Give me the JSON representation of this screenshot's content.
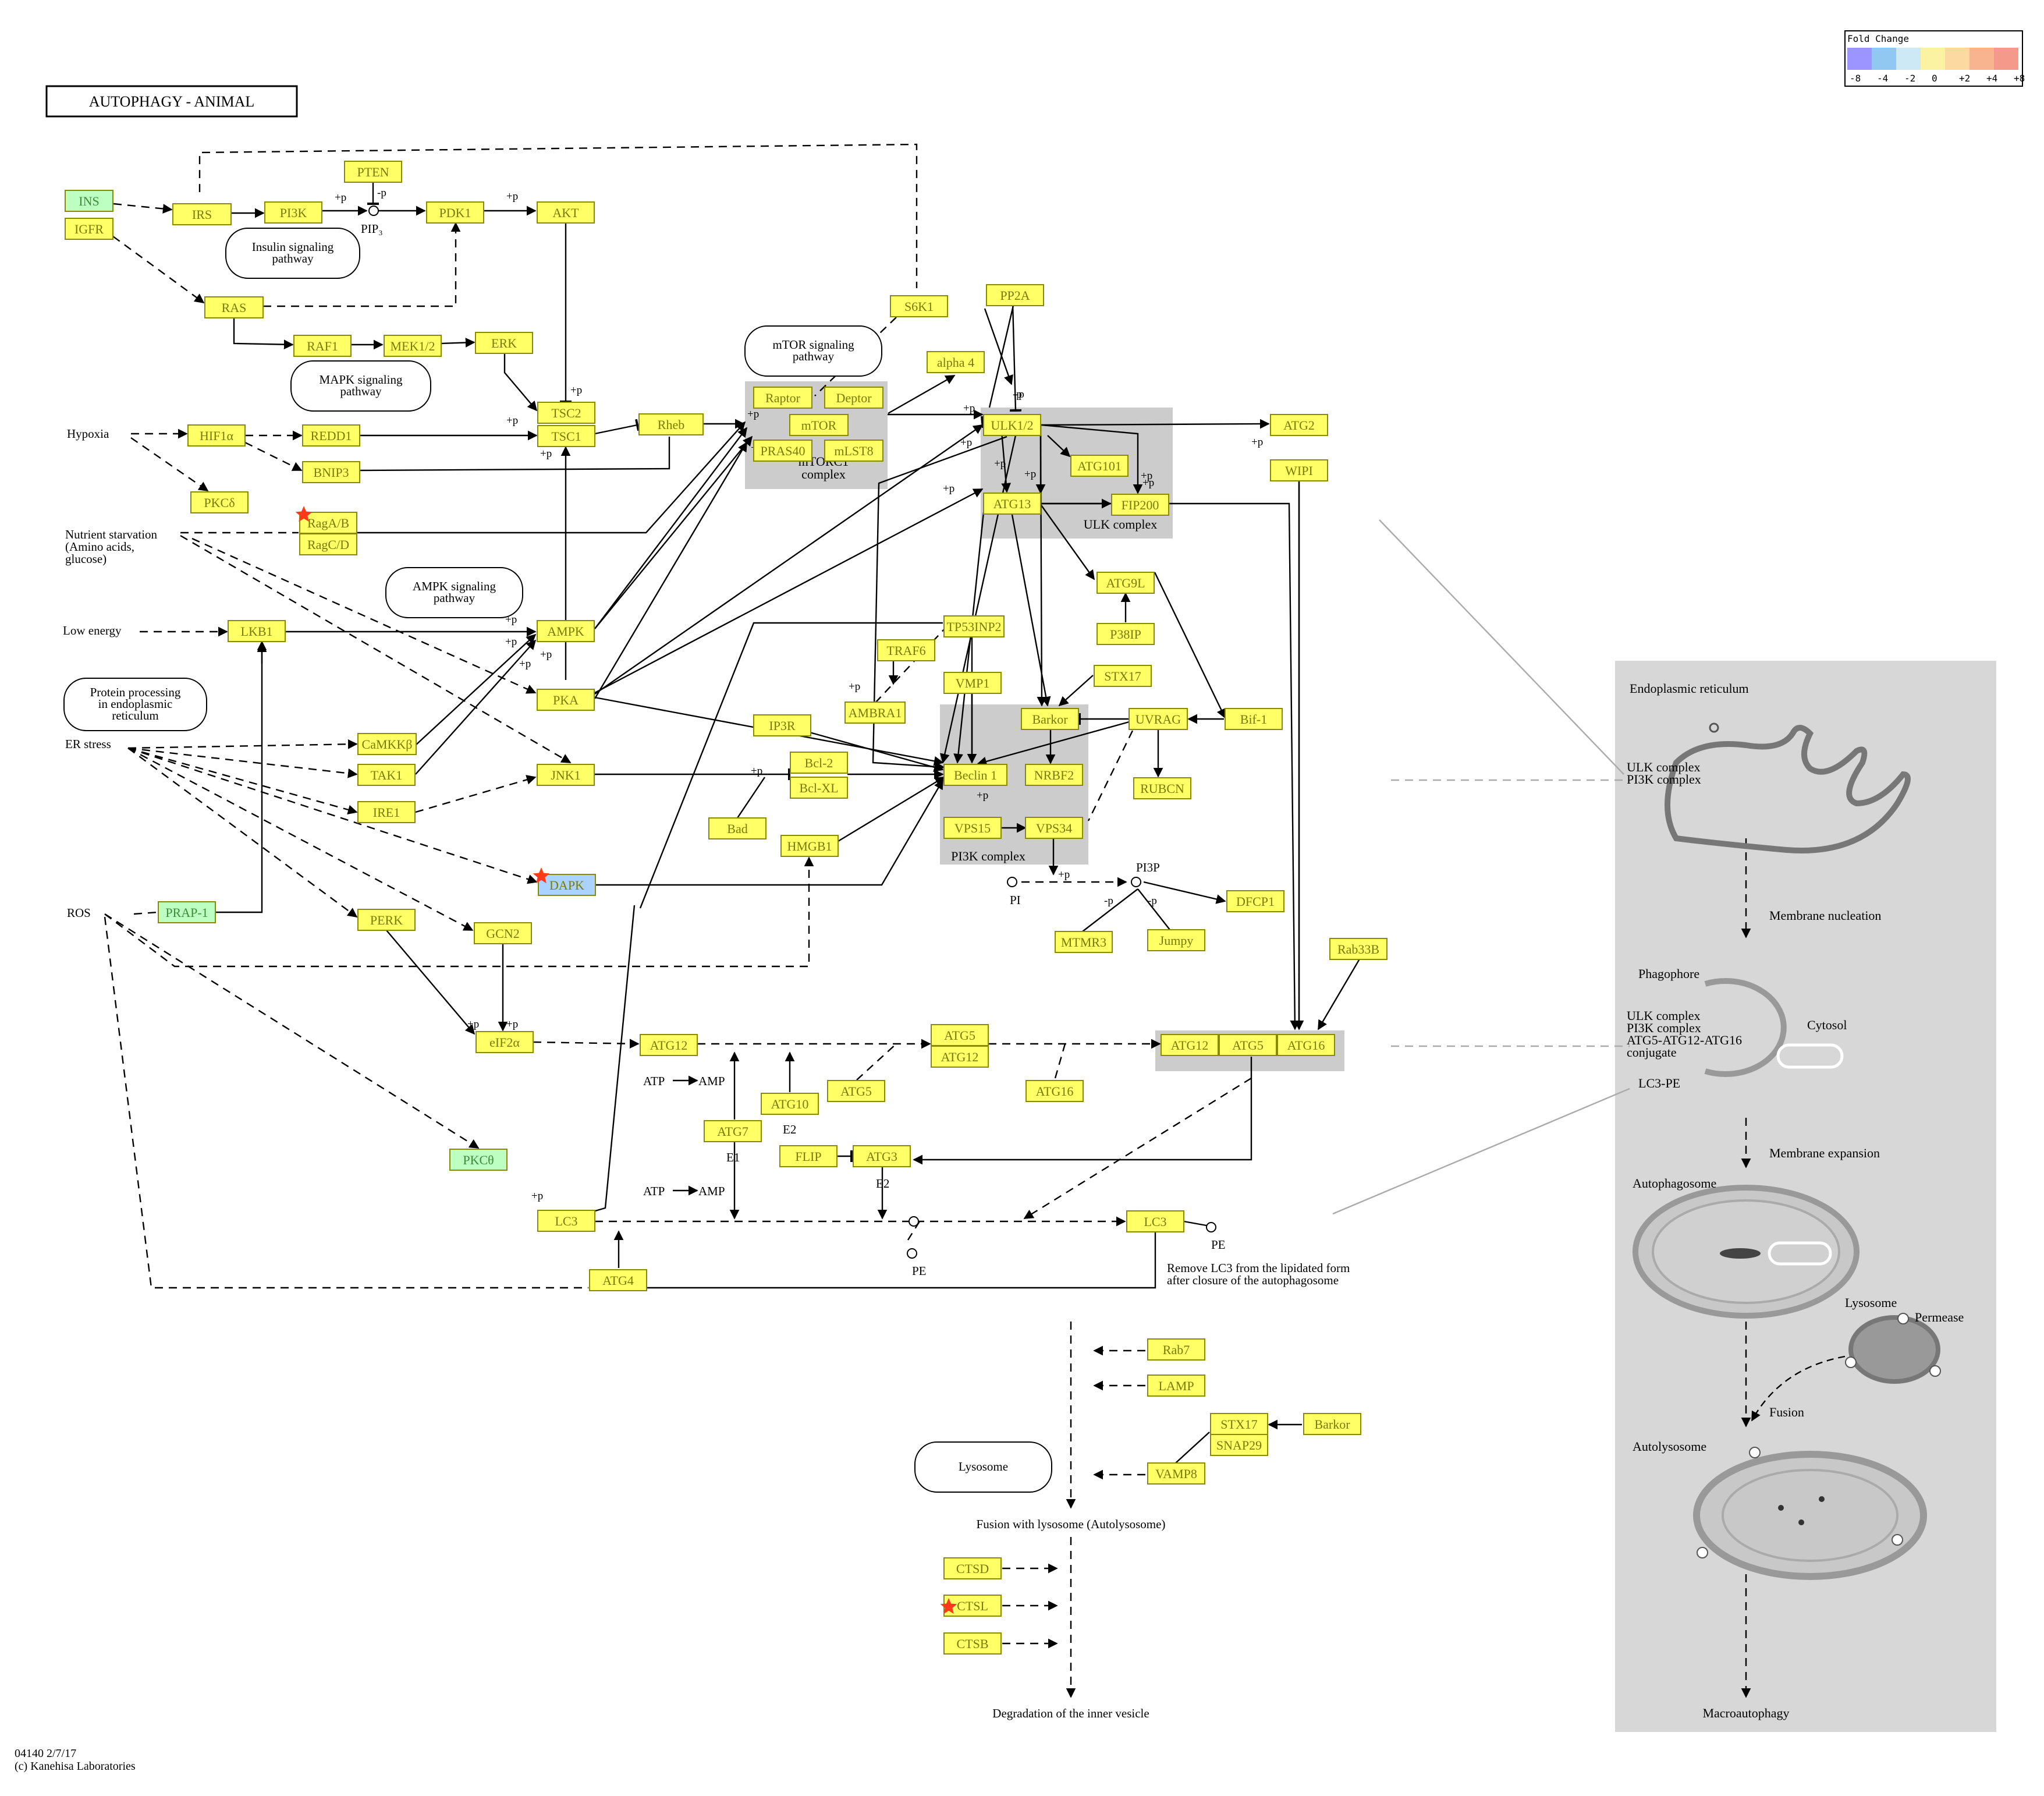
{
  "title": "AUTOPHAGY - ANIMAL",
  "footer": {
    "line1": "04140 2/7/17",
    "line2": "(c) Kanehisa Laboratories"
  },
  "legend": {
    "title": "Fold Change",
    "ticks": [
      "-8",
      "-4",
      "-2",
      "0",
      "+2",
      "+4",
      "+8"
    ],
    "colors": [
      "#9d95ff",
      "#91c8f2",
      "#cde9f5",
      "#fbf3a2",
      "#fbd9a0",
      "#f8b48e",
      "#f39a8a"
    ]
  },
  "colors": {
    "gene_fill": "#ffff66",
    "gene_alt": "#bdffc0",
    "blue_fill": "#aad4ff",
    "complex": "#cccccc",
    "panel": "#d7d7d7"
  },
  "nodes": [
    {
      "id": "ins",
      "label": "INS",
      "color": "green"
    },
    {
      "id": "igfr",
      "label": "IGFR",
      "color": "yellow"
    },
    {
      "id": "irs",
      "label": "IRS",
      "color": "yellow"
    },
    {
      "id": "pi3k",
      "label": "PI3K",
      "color": "yellow"
    },
    {
      "id": "pten",
      "label": "PTEN",
      "color": "yellow"
    },
    {
      "id": "pdk1",
      "label": "PDK1",
      "color": "yellow"
    },
    {
      "id": "akt",
      "label": "AKT",
      "color": "yellow"
    },
    {
      "id": "ras",
      "label": "RAS",
      "color": "yellow"
    },
    {
      "id": "raf1",
      "label": "RAF1",
      "color": "yellow"
    },
    {
      "id": "mek12",
      "label": "MEK1/2",
      "color": "yellow"
    },
    {
      "id": "erk",
      "label": "ERK",
      "color": "yellow"
    },
    {
      "id": "tsc2",
      "label": "TSC2",
      "color": "yellow"
    },
    {
      "id": "tsc1",
      "label": "TSC1",
      "color": "yellow"
    },
    {
      "id": "rheb",
      "label": "Rheb",
      "color": "yellow"
    },
    {
      "id": "hif1a",
      "label": "HIF1α",
      "color": "yellow"
    },
    {
      "id": "redd1",
      "label": "REDD1",
      "color": "yellow"
    },
    {
      "id": "bnip3",
      "label": "BNIP3",
      "color": "yellow"
    },
    {
      "id": "pkcd1",
      "label": "PKCδ",
      "color": "yellow"
    },
    {
      "id": "ragab",
      "label": "RagA/B",
      "color": "yellow"
    },
    {
      "id": "ragcd",
      "label": "RagC/D",
      "color": "yellow"
    },
    {
      "id": "lkb1",
      "label": "LKB1",
      "color": "yellow"
    },
    {
      "id": "ampk",
      "label": "AMPK",
      "color": "yellow"
    },
    {
      "id": "pka",
      "label": "PKA",
      "color": "yellow"
    },
    {
      "id": "camkkb",
      "label": "CaMKKβ",
      "color": "yellow"
    },
    {
      "id": "tak1",
      "label": "TAK1",
      "color": "yellow"
    },
    {
      "id": "ire1",
      "label": "IRE1",
      "color": "yellow"
    },
    {
      "id": "jnk1",
      "label": "JNK1",
      "color": "yellow"
    },
    {
      "id": "dapk",
      "label": "DAPK",
      "color": "blue"
    },
    {
      "id": "prap1",
      "label": "PRAP-1",
      "color": "green"
    },
    {
      "id": "perk",
      "label": "PERK",
      "color": "yellow"
    },
    {
      "id": "gcn2",
      "label": "GCN2",
      "color": "yellow"
    },
    {
      "id": "eif2a",
      "label": "eIF2α",
      "color": "yellow"
    },
    {
      "id": "pkcd2",
      "label": "PKCθ",
      "color": "green"
    },
    {
      "id": "lc3a",
      "label": "LC3",
      "color": "yellow"
    },
    {
      "id": "atg4",
      "label": "ATG4",
      "color": "yellow"
    },
    {
      "id": "raptor",
      "label": "Raptor",
      "color": "yellow"
    },
    {
      "id": "deptor",
      "label": "Deptor",
      "color": "yellow"
    },
    {
      "id": "mtor",
      "label": "mTOR",
      "color": "yellow"
    },
    {
      "id": "pras40",
      "label": "PRAS40",
      "color": "yellow"
    },
    {
      "id": "mlst8",
      "label": "mLST8",
      "color": "yellow"
    },
    {
      "id": "s6k1",
      "label": "S6K1",
      "color": "yellow"
    },
    {
      "id": "alpha4",
      "label": "alpha 4",
      "color": "yellow"
    },
    {
      "id": "pp2a",
      "label": "PP2A",
      "color": "yellow"
    },
    {
      "id": "ulk12",
      "label": "ULK1/2",
      "color": "yellow"
    },
    {
      "id": "atg101",
      "label": "ATG101",
      "color": "yellow"
    },
    {
      "id": "atg13",
      "label": "ATG13",
      "color": "yellow"
    },
    {
      "id": "fip200",
      "label": "FIP200",
      "color": "yellow"
    },
    {
      "id": "atg2",
      "label": "ATG2",
      "color": "yellow"
    },
    {
      "id": "wipi",
      "label": "WIPI",
      "color": "yellow"
    },
    {
      "id": "atg9l",
      "label": "ATG9L",
      "color": "yellow"
    },
    {
      "id": "p38ip",
      "label": "P38IP",
      "color": "yellow"
    },
    {
      "id": "tp53inp2",
      "label": "TP53INP2",
      "color": "yellow"
    },
    {
      "id": "traf6",
      "label": "TRAF6",
      "color": "yellow"
    },
    {
      "id": "vmp1",
      "label": "VMP1",
      "color": "yellow"
    },
    {
      "id": "stx17a",
      "label": "STX17",
      "color": "yellow"
    },
    {
      "id": "ambra1",
      "label": "AMBRA1",
      "color": "yellow"
    },
    {
      "id": "barkor1",
      "label": "Barkor",
      "color": "yellow"
    },
    {
      "id": "uvrag",
      "label": "UVRAG",
      "color": "yellow"
    },
    {
      "id": "bif1",
      "label": "Bif-1",
      "color": "yellow"
    },
    {
      "id": "ip3r",
      "label": "IP3R",
      "color": "yellow"
    },
    {
      "id": "bcl2",
      "label": "Bcl-2",
      "color": "yellow"
    },
    {
      "id": "bclxl",
      "label": "Bcl-XL",
      "color": "yellow"
    },
    {
      "id": "beclin1",
      "label": "Beclin 1",
      "color": "yellow"
    },
    {
      "id": "nrbf2",
      "label": "NRBF2",
      "color": "yellow"
    },
    {
      "id": "rubcn",
      "label": "RUBCN",
      "color": "yellow"
    },
    {
      "id": "bad",
      "label": "Bad",
      "color": "yellow"
    },
    {
      "id": "hmgb1",
      "label": "HMGB1",
      "color": "yellow"
    },
    {
      "id": "vps15",
      "label": "VPS15",
      "color": "yellow"
    },
    {
      "id": "vps34",
      "label": "VPS34",
      "color": "yellow"
    },
    {
      "id": "dfcp1",
      "label": "DFCP1",
      "color": "yellow"
    },
    {
      "id": "mtmr3",
      "label": "MTMR3",
      "color": "yellow"
    },
    {
      "id": "jumpy",
      "label": "Jumpy",
      "color": "yellow"
    },
    {
      "id": "rab33b",
      "label": "Rab33B",
      "color": "yellow"
    },
    {
      "id": "atg12a",
      "label": "ATG12",
      "color": "yellow"
    },
    {
      "id": "atg5a",
      "label": "ATG5",
      "color": "yellow"
    },
    {
      "id": "atg12b",
      "label": "ATG12",
      "color": "yellow"
    },
    {
      "id": "atg12c",
      "label": "ATG12",
      "color": "yellow"
    },
    {
      "id": "atg5c",
      "label": "ATG5",
      "color": "yellow"
    },
    {
      "id": "atg16c",
      "label": "ATG16",
      "color": "yellow"
    },
    {
      "id": "atg10",
      "label": "ATG10",
      "color": "yellow"
    },
    {
      "id": "atg5b",
      "label": "ATG5",
      "color": "yellow"
    },
    {
      "id": "atg16b",
      "label": "ATG16",
      "color": "yellow"
    },
    {
      "id": "atg7",
      "label": "ATG7",
      "color": "yellow"
    },
    {
      "id": "flip",
      "label": "FLIP",
      "color": "yellow"
    },
    {
      "id": "atg3",
      "label": "ATG3",
      "color": "yellow"
    },
    {
      "id": "lc3b",
      "label": "LC3",
      "color": "yellow"
    },
    {
      "id": "rab7",
      "label": "Rab7",
      "color": "yellow"
    },
    {
      "id": "lamp",
      "label": "LAMP",
      "color": "yellow"
    },
    {
      "id": "stx17b",
      "label": "STX17",
      "color": "yellow"
    },
    {
      "id": "snap29",
      "label": "SNAP29",
      "color": "yellow"
    },
    {
      "id": "barkor2",
      "label": "Barkor",
      "color": "yellow"
    },
    {
      "id": "vamp8",
      "label": "VAMP8",
      "color": "yellow"
    },
    {
      "id": "ctsd",
      "label": "CTSD",
      "color": "yellow"
    },
    {
      "id": "ctsl",
      "label": "CTSL",
      "color": "yellow"
    },
    {
      "id": "ctsb",
      "label": "CTSB",
      "color": "yellow"
    }
  ],
  "pathway_links": [
    {
      "id": "insulin",
      "label": "Insulin signaling pathway"
    },
    {
      "id": "mapk",
      "label": "MAPK signaling pathway"
    },
    {
      "id": "mtorsig",
      "label": "mTOR signaling pathway"
    },
    {
      "id": "ampksig",
      "label": "AMPK signaling pathway"
    },
    {
      "id": "er",
      "label": "Protein processing in endoplasmic reticulum"
    },
    {
      "id": "lyso",
      "label": "Lysosome"
    }
  ],
  "complexes": [
    {
      "id": "mtorc1",
      "label": "mTORC1 complex"
    },
    {
      "id": "ulk",
      "label": "ULK complex"
    },
    {
      "id": "pi3kc",
      "label": "PI3K complex"
    }
  ],
  "stimuli": [
    {
      "id": "hypoxia",
      "label": "Hypoxia"
    },
    {
      "id": "nutrient",
      "label": "Nutrient starvation (Amino acids, glucose)"
    },
    {
      "id": "lowenergy",
      "label": "Low energy"
    },
    {
      "id": "erstress",
      "label": "ER stress"
    },
    {
      "id": "ros",
      "label": "ROS"
    }
  ],
  "compounds": [
    {
      "id": "pip3",
      "label": "PIP₃"
    },
    {
      "id": "pi",
      "label": "PI"
    },
    {
      "id": "pi3p",
      "label": "PI3P"
    },
    {
      "id": "pe1",
      "label": "PE"
    },
    {
      "id": "pe2",
      "label": "PE"
    }
  ],
  "annotations": [
    {
      "id": "e1",
      "label": "E1"
    },
    {
      "id": "e2a",
      "label": "E2"
    },
    {
      "id": "e2b",
      "label": "E2"
    },
    {
      "id": "atp1",
      "label": "ATP"
    },
    {
      "id": "amp1",
      "label": "AMP"
    },
    {
      "id": "atp2",
      "label": "ATP"
    },
    {
      "id": "amp2",
      "label": "AMP"
    },
    {
      "id": "remove_lc3",
      "label": "Remove LC3 from the lipidated form after closure of the autophagosome"
    },
    {
      "id": "fusion",
      "label": "Fusion with lysosome (Autolysosome)"
    },
    {
      "id": "degradation",
      "label": "Degradation of the inner vesicle"
    }
  ],
  "panel": {
    "er": "Endoplasmic reticulum",
    "ulk_pi3k": "ULK complex PI3K complex",
    "membrane_nucleation": "Membrane nucleation",
    "phagophore": "Phagophore",
    "phag_labels": "ULK complex PI3K complex ATG5-ATG12-ATG16 conjugate",
    "lc3pe": "LC3-PE",
    "cytosol": "Cytosol",
    "membrane_expansion": "Membrane expansion",
    "autophagosome": "Autophagosome",
    "lysosome": "Lysosome",
    "permease": "Permease",
    "fusion": "Fusion",
    "autolysosome": "Autolysosome",
    "macroautophagy": "Macroautophagy"
  }
}
